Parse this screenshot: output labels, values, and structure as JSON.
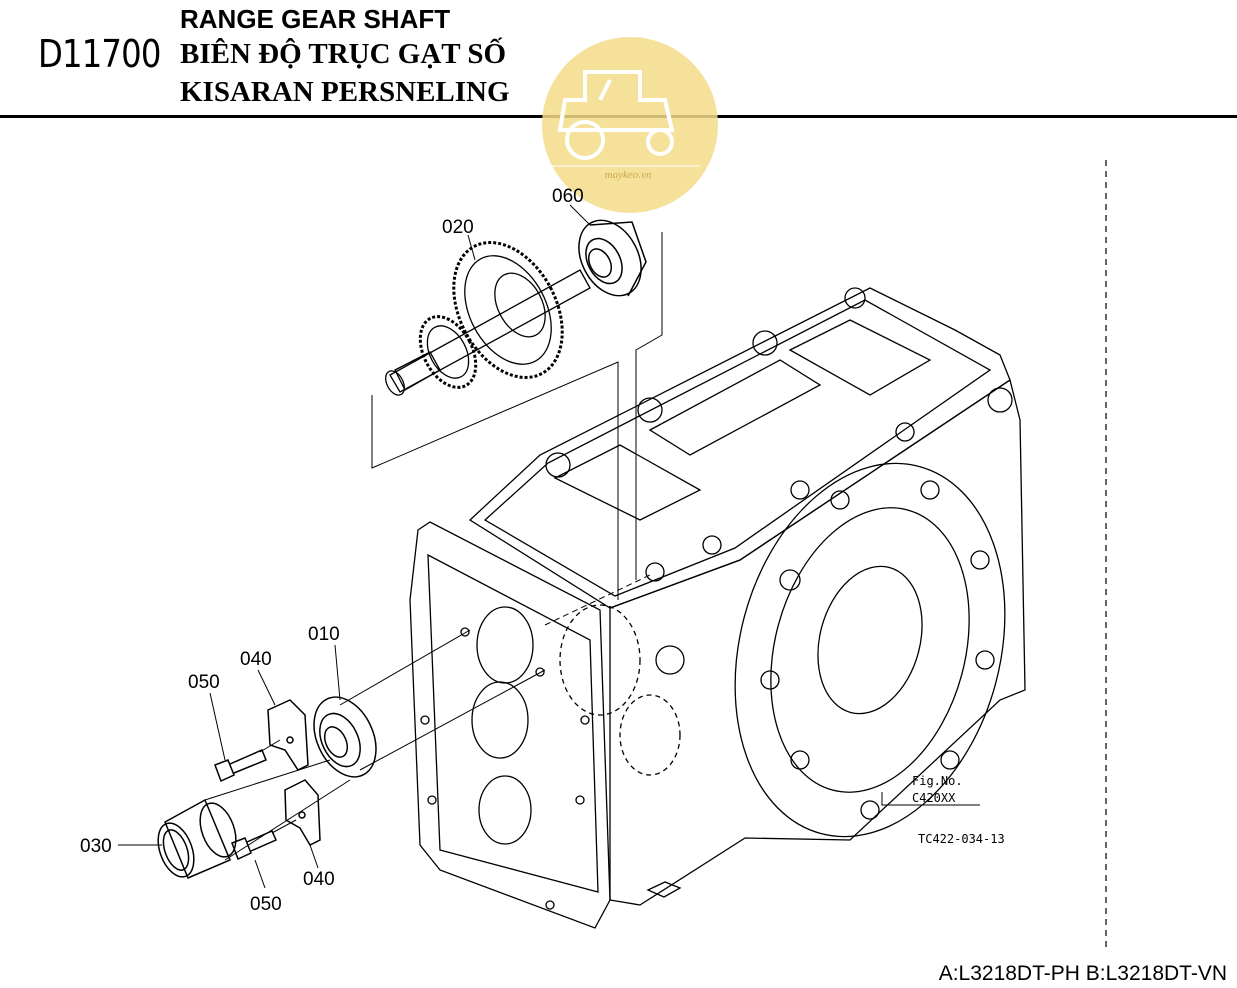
{
  "header": {
    "code": "D11700",
    "title_en": "RANGE GEAR SHAFT",
    "title_vi": "BIÊN ĐỘ TRỤC GẠT SỐ",
    "title_id": "KISARAN PERSNELING"
  },
  "watermark": {
    "text": "maykeo.vn",
    "color": "#f5dc8a",
    "icon": "tractor-logo"
  },
  "callouts": {
    "p010": "010",
    "p020": "020",
    "p030": "030",
    "p040a": "040",
    "p040b": "040",
    "p050a": "050",
    "p050b": "050",
    "p060": "060"
  },
  "fig": {
    "label": "Fig.No.",
    "number": "C420XX"
  },
  "drawing_ref": "TC422-034-13",
  "footer": {
    "models": "A:L3218DT-PH B:L3218DT-VN"
  }
}
